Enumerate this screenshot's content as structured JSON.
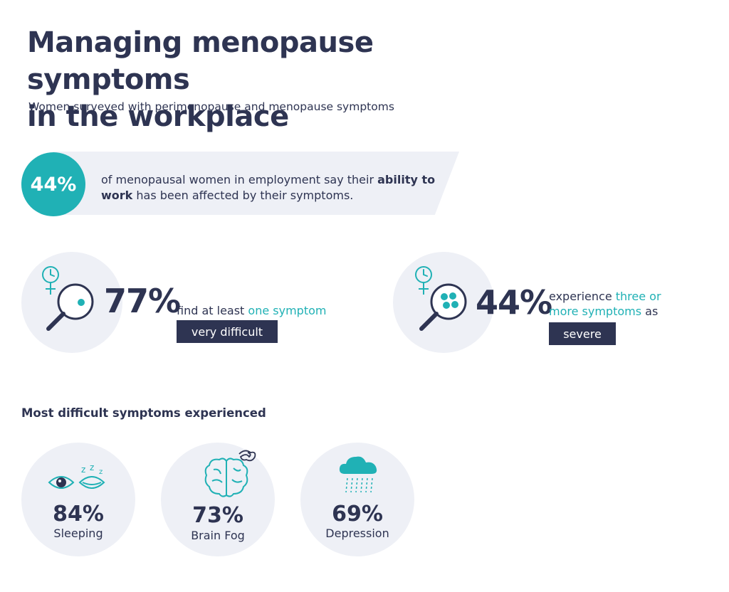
{
  "header": {
    "title_line1": "Managing menopause symptoms",
    "title_line2": "in the workplace",
    "subtitle": "Women surveyed with perimenopause and menopause symptoms"
  },
  "banner": {
    "percent": "44%",
    "text_part1": "of menopausal women in employment say their ",
    "text_bold": "ability to work",
    "text_part2": " has been affected by their symptoms."
  },
  "stats": [
    {
      "percent": "77%",
      "text_plain": "find at least ",
      "text_highlight": "one symptom",
      "tag": "very difficult",
      "icon": "magnifier-single-dot-icon"
    },
    {
      "percent": "44%",
      "text_plain": "experience ",
      "text_highlight": "three or more symptoms",
      "text_after": " as",
      "tag": "severe",
      "icon": "magnifier-multi-dot-icon"
    }
  ],
  "symptoms_section": {
    "title": "Most difficult symptoms experienced",
    "items": [
      {
        "percent": "84%",
        "label": "Sleeping",
        "icon": "eyes-sleep-icon"
      },
      {
        "percent": "73%",
        "label": "Brain Fog",
        "icon": "brain-tangle-icon"
      },
      {
        "percent": "69%",
        "label": "Depression",
        "icon": "rain-cloud-icon"
      }
    ]
  },
  "colors": {
    "navy": "#2e3452",
    "teal": "#20b1b5",
    "light_bg": "#eef0f6"
  }
}
